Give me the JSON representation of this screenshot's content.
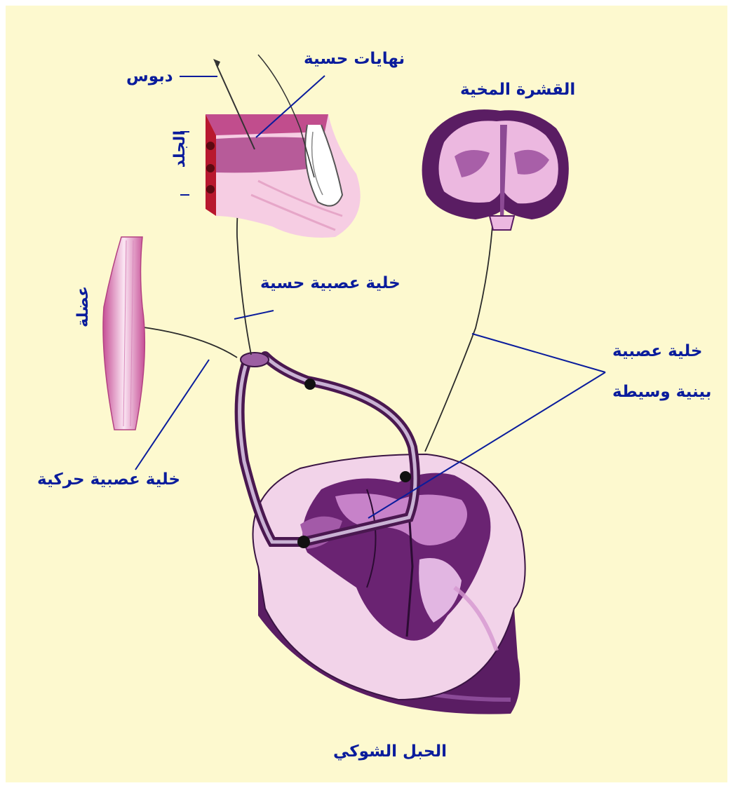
{
  "labels": {
    "pin": "دبوس",
    "sensory_endings": "نهايات حسية",
    "cerebral_cortex": "القشرة المخية",
    "skin": "الجلد",
    "muscle": "عضلة",
    "sensory_neuron": "خلية عصبية حسية",
    "interneuron_line1": "خلية عصبية",
    "interneuron_line2": "بينية وسيطة",
    "motor_neuron": "خلية عصبية حركية",
    "spinal_cord": "الحبل الشوكي"
  },
  "colors": {
    "background": "#fdf9cf",
    "label_text": "#0a1c9c",
    "leader_line": "#0a1c9c",
    "tissue_purple": "#5a1d63",
    "tissue_pink": "#e8a6d8"
  }
}
